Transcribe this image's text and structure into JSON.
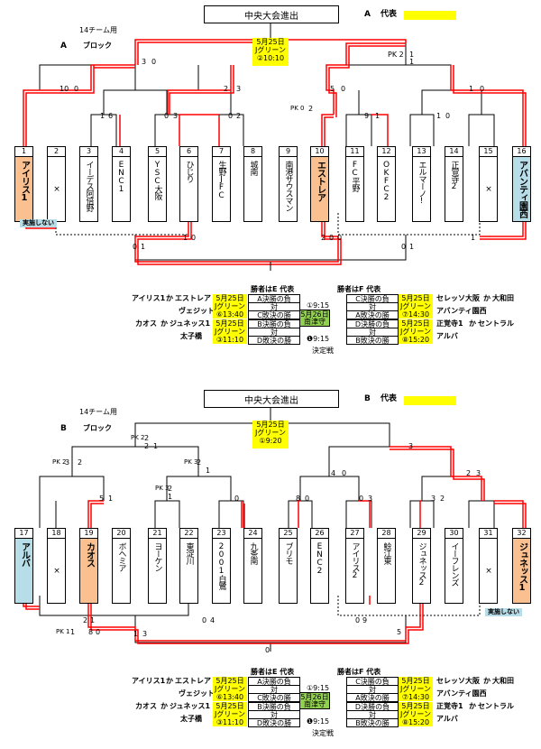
{
  "colors": {
    "winner_line": "#ff0000",
    "highlight_yellow": "#ffff00",
    "rep_orange": "#fac090",
    "rep_blue": "#b7dde8",
    "venue_green": "#92d050"
  },
  "a": {
    "title": "中央大会進出",
    "teams_label": "14チーム用",
    "group_label": "A",
    "block_label": "ブロック",
    "rep_letter": "A",
    "rep_label": "代表",
    "final_date": "5月25日",
    "final_venue": "Jグリーン",
    "final_time": "②10:10",
    "teams": [
      {
        "no": "1",
        "name": "アイリス1"
      },
      {
        "no": "2",
        "name": "×"
      },
      {
        "no": "3",
        "name": "イーデス阿倍野"
      },
      {
        "no": "4",
        "name": "ENC1"
      },
      {
        "no": "5",
        "name": "YSC大阪"
      },
      {
        "no": "6",
        "name": "ひじり"
      },
      {
        "no": "7",
        "name": "生野JFC"
      },
      {
        "no": "8",
        "name": "城南"
      },
      {
        "no": "9",
        "name": "南港サウスマン"
      },
      {
        "no": "10",
        "name": "エストレア"
      },
      {
        "no": "11",
        "name": "FC平野"
      },
      {
        "no": "12",
        "name": "OKFC2"
      },
      {
        "no": "13",
        "name": "エルマーノ!"
      },
      {
        "no": "14",
        "name": "正覚寺2"
      },
      {
        "no": "15",
        "name": "×"
      },
      {
        "no": "16",
        "name": "アバンティ園西"
      }
    ],
    "scores": {
      "s1": "10",
      "s2": "0",
      "s3": "1",
      "s4": "6",
      "s5": "0",
      "s6": "3",
      "s7": "0",
      "s8": "2",
      "s9": "PK 0",
      "s10": "2",
      "s11": "9",
      "s12": "1",
      "s13": "1",
      "s14": "0",
      "q1": "3",
      "q2": "0",
      "q3": "2",
      "q4": "3",
      "q5": "5",
      "q6": "0",
      "q7": "1",
      "q8": "0",
      "pk_r": "PK 2",
      "r1": "1",
      "r2": "1",
      "no_play": "実施しない",
      "b1": "1",
      "b2": "0",
      "b3": "2",
      "b4": "0",
      "b5": "0",
      "b6": "1",
      "b7": "0",
      "b8": "1",
      "b9": "0",
      "b10": "1"
    }
  },
  "b": {
    "title": "中央大会進出",
    "teams_label": "14チーム用",
    "group_label": "B",
    "block_label": "ブロック",
    "rep_letter": "B",
    "rep_label": "代表",
    "final_date": "5月25日",
    "final_venue": "Jグリーン",
    "final_time": "①9:20",
    "teams": [
      {
        "no": "17",
        "name": "アルバ"
      },
      {
        "no": "18",
        "name": "×"
      },
      {
        "no": "19",
        "name": "カオス"
      },
      {
        "no": "20",
        "name": "ボヘミア"
      },
      {
        "no": "21",
        "name": "ヨーケン"
      },
      {
        "no": "22",
        "name": "東淀川"
      },
      {
        "no": "23",
        "name": "2001白鷺"
      },
      {
        "no": "24",
        "name": "九条南"
      },
      {
        "no": "25",
        "name": "ブリモ"
      },
      {
        "no": "26",
        "name": "ENC2"
      },
      {
        "no": "27",
        "name": "アイリス2"
      },
      {
        "no": "28",
        "name": "鯰江東"
      },
      {
        "no": "29",
        "name": "ジュネッス2"
      },
      {
        "no": "30",
        "name": "イーフレンズ"
      },
      {
        "no": "31",
        "name": "×"
      },
      {
        "no": "32",
        "name": "ジュネッス1"
      }
    ],
    "scores": {
      "pk_top": "PK 2",
      "t1": "2",
      "t2": "2",
      "t3": "1",
      "pk_l": "PK 2",
      "l1": "3",
      "l2": "2",
      "pk_m": "PK 3",
      "m1": "2",
      "m2": "1",
      "s1": "5",
      "s2": "1",
      "pk_n": "PK 3",
      "n1": "2",
      "n2": "1",
      "n3": "0",
      "n4": "3",
      "r1": "4",
      "r2": "0",
      "r3": "2",
      "r4": "3",
      "s5": "8",
      "s6": "0",
      "s7": "0",
      "s8": "3",
      "s9": "3",
      "s10": "2",
      "no_play": "実施しない",
      "pk_b": "PK 1",
      "b1": "2",
      "b2": "1",
      "b3": "1",
      "b4": "8",
      "b5": "0",
      "b6": "0",
      "b7": "4",
      "b8": "0",
      "b9": "9",
      "b10": "1",
      "b11": "3",
      "b12": "5",
      "b13": "0"
    }
  },
  "schedule": {
    "header_left": "勝者はE 代表",
    "header_right": "勝者はF 代表",
    "rows": [
      {
        "left_team": "アイリス1",
        "conj": "か",
        "left_team2": "エストレア",
        "date": "5月25日",
        "cell": "A決勝の負",
        "right_cell": "C決勝の負",
        "right_date": "5月25日",
        "right_team": "セレッソ大阪",
        "conj2": "か",
        "right_team2": "大和田"
      },
      {
        "left_team": "ヴェジット",
        "venue": "Jグリーン",
        "cell": "対",
        "right_cell": "対",
        "right_venue": "Jグリーン"
      },
      {
        "left_team": "ヴェジット",
        "time": "⑥13:40",
        "cell": "C敗決の勝",
        "mid": "①9:15",
        "right_cell": "A敗決の勝",
        "right_time": "⑦14:30",
        "right_team": "アバンティ園西"
      },
      {
        "left_team": "カオス",
        "conj": "か",
        "left_team2": "ジュネッス1",
        "date": "5月25日",
        "cell": "B決勝の負",
        "right_cell": "D決勝の負",
        "right_date": "5月25日",
        "right_team": "正覚寺1",
        "conj2": "か",
        "right_team2": "セントラル"
      },
      {
        "venue": "Jグリーン",
        "cell": "対",
        "right_cell": "対",
        "right_venue": "Jグリーン"
      },
      {
        "left_team": "太子橋",
        "time": "③11:10",
        "cell": "D敗決の勝",
        "mid": "❶9:15",
        "right_cell": "B敗決の勝",
        "right_time": "⑧15:20",
        "right_team": "アルバ"
      }
    ],
    "venue_date": "5月26日",
    "venue_name": "南津守",
    "footer": "決定戦"
  }
}
